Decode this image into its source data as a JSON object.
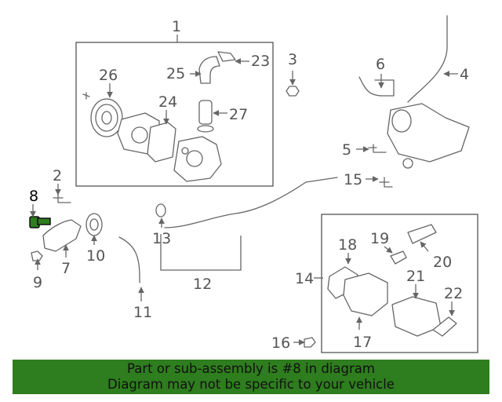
{
  "callouts": {
    "c1": "1",
    "c2": "2",
    "c3": "3",
    "c4": "4",
    "c5": "5",
    "c6": "6",
    "c7": "7",
    "c8": "8",
    "c9": "9",
    "c10": "10",
    "c11": "11",
    "c12": "12",
    "c13": "13",
    "c14": "14",
    "c15": "15",
    "c16": "16",
    "c17": "17",
    "c18": "18",
    "c19": "19",
    "c20": "20",
    "c21": "21",
    "c22": "22",
    "c23": "23",
    "c24": "24",
    "c25": "25",
    "c26": "26",
    "c27": "27"
  },
  "highlight": {
    "part": "8",
    "color": "#2e7d1e"
  },
  "banner": {
    "line1": "Part or sub-assembly is #8 in diagram",
    "line2": "Diagram may not be specific to your vehicle",
    "background": "#2e7d1e"
  }
}
